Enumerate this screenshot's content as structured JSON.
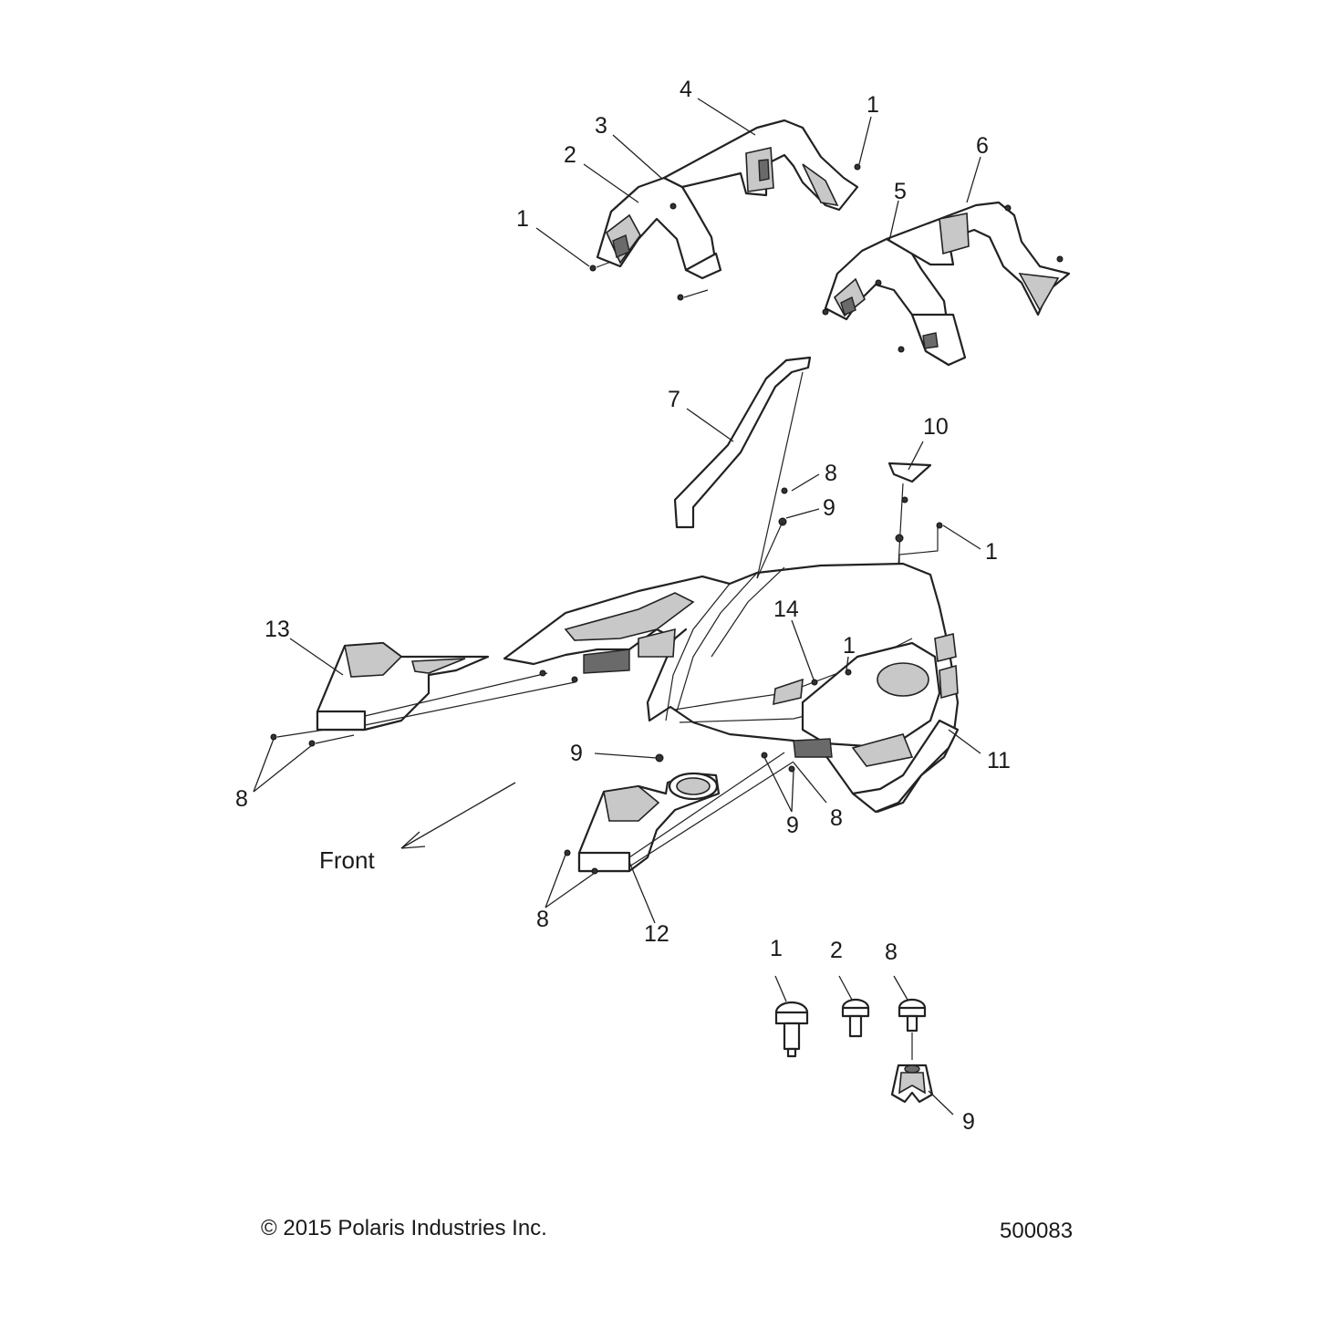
{
  "front_label": "Front",
  "footer": {
    "copyright": "© 2015 Polaris Industries Inc.",
    "diagram_id": "500083"
  },
  "callouts": [
    {
      "id": "c-1a",
      "text": "1"
    },
    {
      "id": "c-1b",
      "text": "1"
    },
    {
      "id": "c-2a",
      "text": "2"
    },
    {
      "id": "c-3",
      "text": "3"
    },
    {
      "id": "c-4",
      "text": "4"
    },
    {
      "id": "c-5",
      "text": "5"
    },
    {
      "id": "c-6",
      "text": "6"
    },
    {
      "id": "c-7",
      "text": "7"
    },
    {
      "id": "c-8a",
      "text": "8"
    },
    {
      "id": "c-9a",
      "text": "9"
    },
    {
      "id": "c-10",
      "text": "10"
    },
    {
      "id": "c-1c",
      "text": "1"
    },
    {
      "id": "c-13",
      "text": "13"
    },
    {
      "id": "c-14",
      "text": "14"
    },
    {
      "id": "c-1d",
      "text": "1"
    },
    {
      "id": "c-9b",
      "text": "9"
    },
    {
      "id": "c-11",
      "text": "11"
    },
    {
      "id": "c-8b",
      "text": "8"
    },
    {
      "id": "c-9c",
      "text": "9"
    },
    {
      "id": "c-8c",
      "text": "8"
    },
    {
      "id": "c-8d",
      "text": "8"
    },
    {
      "id": "c-12",
      "text": "12"
    },
    {
      "id": "c-1e",
      "text": "1"
    },
    {
      "id": "c-2b",
      "text": "2"
    },
    {
      "id": "c-8e",
      "text": "8"
    },
    {
      "id": "c-9d",
      "text": "9"
    }
  ]
}
